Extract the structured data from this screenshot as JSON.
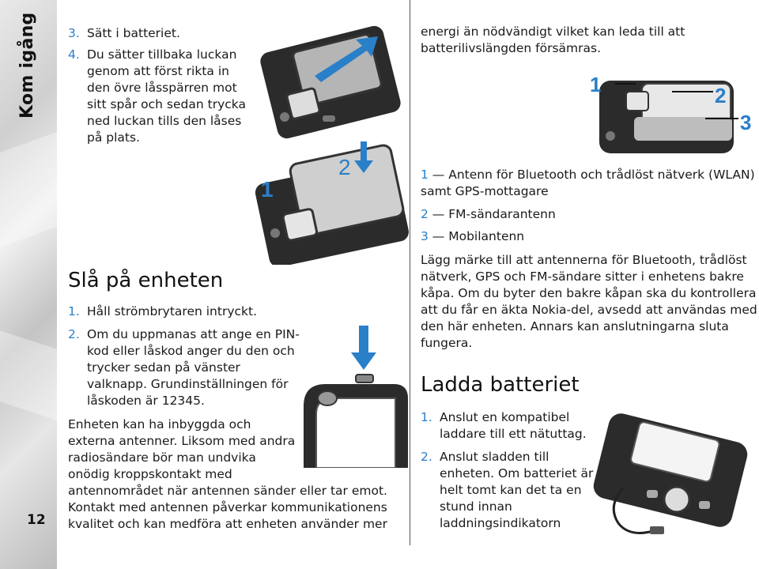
{
  "sidebar": {
    "section_title": "Kom igång",
    "page_number": "12"
  },
  "left": {
    "steps_top": [
      {
        "num": "3.",
        "lines": [
          "Sätt i batteriet."
        ]
      },
      {
        "num": "4.",
        "lines": [
          "Du sätter tillbaka luckan",
          "genom att först rikta in",
          "den övre låsspärren mot",
          "sitt spår och sedan trycka",
          "ned luckan tills den låses",
          "på plats."
        ]
      }
    ],
    "heading": "Slå på enheten",
    "steps": [
      {
        "num": "1.",
        "lines": [
          "Håll strömbrytaren intryckt."
        ]
      },
      {
        "num": "2.",
        "lines": [
          "Om du uppmanas att ange en PIN-",
          "kod eller låskod anger du den och",
          "trycker sedan på vänster",
          "valknapp. Grundinställningen för",
          "låskoden är 12345."
        ]
      }
    ],
    "para": [
      "Enheten kan ha inbyggda och",
      "externa antenner. Liksom med andra",
      "radiosändare bör man undvika",
      "onödig kroppskontakt med",
      "antennområdet när antennen sänder eller tar emot.",
      "Kontakt med antennen påverkar kommunikationens",
      "kvalitet och kan medföra att enheten använder mer"
    ]
  },
  "right": {
    "top_para": [
      "energi än nödvändigt vilket kan leda till att",
      "batterilivslängden försämras."
    ],
    "callout_numbers": [
      "1",
      "2",
      "3"
    ],
    "legend": [
      {
        "num": "1",
        "lines": [
          "Antenn för Bluetooth och trådlöst nätverk (WLAN)",
          "samt GPS-mottagare"
        ]
      },
      {
        "num": "2",
        "lines": [
          "FM-sändarantenn"
        ]
      },
      {
        "num": "3",
        "lines": [
          "Mobilantenn"
        ]
      }
    ],
    "note": [
      "Lägg märke till att antennerna för Bluetooth, trådlöst",
      "nätverk, GPS och FM-sändare sitter i enhetens bakre",
      "kåpa. Om du byter den bakre kåpan ska du kontrollera",
      "att du får en äkta Nokia-del, avsedd att användas med",
      "den här enheten. Annars kan anslutningarna sluta",
      "fungera."
    ],
    "heading": "Ladda batteriet",
    "steps": [
      {
        "num": "1.",
        "lines": [
          "Anslut en kompatibel",
          "laddare till ett nätuttag."
        ]
      },
      {
        "num": "2.",
        "lines": [
          "Anslut sladden till",
          "enheten. Om batteriet är",
          "helt tomt kan det ta en",
          "stund innan",
          "laddningsindikatorn"
        ]
      }
    ]
  },
  "illustration_callouts": [
    "1",
    "2"
  ],
  "colors": {
    "accent": "#2a7fc9",
    "text": "#1a1a1a"
  }
}
